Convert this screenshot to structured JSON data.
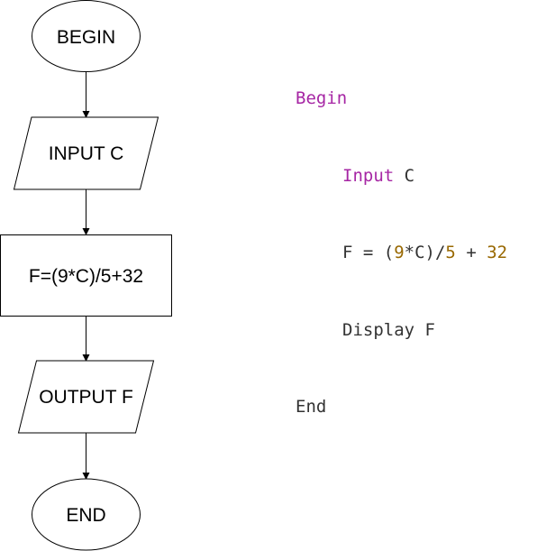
{
  "flowchart": {
    "start": "BEGIN",
    "input": "INPUT C",
    "process": "F=(9*C)/5+32",
    "output": "OUTPUT F",
    "end": "END"
  },
  "pseudocode": {
    "begin": "Begin",
    "input_keyword": "Input",
    "input_var": " C",
    "assign_pre": "F = (",
    "num_9": "9",
    "assign_mid": "*C)/",
    "num_5": "5",
    "assign_plus": " + ",
    "num_32": "32",
    "display": "Display F",
    "end": "End"
  },
  "colors": {
    "keyword": "#a626a4",
    "number": "#986801",
    "text": "#333333"
  }
}
